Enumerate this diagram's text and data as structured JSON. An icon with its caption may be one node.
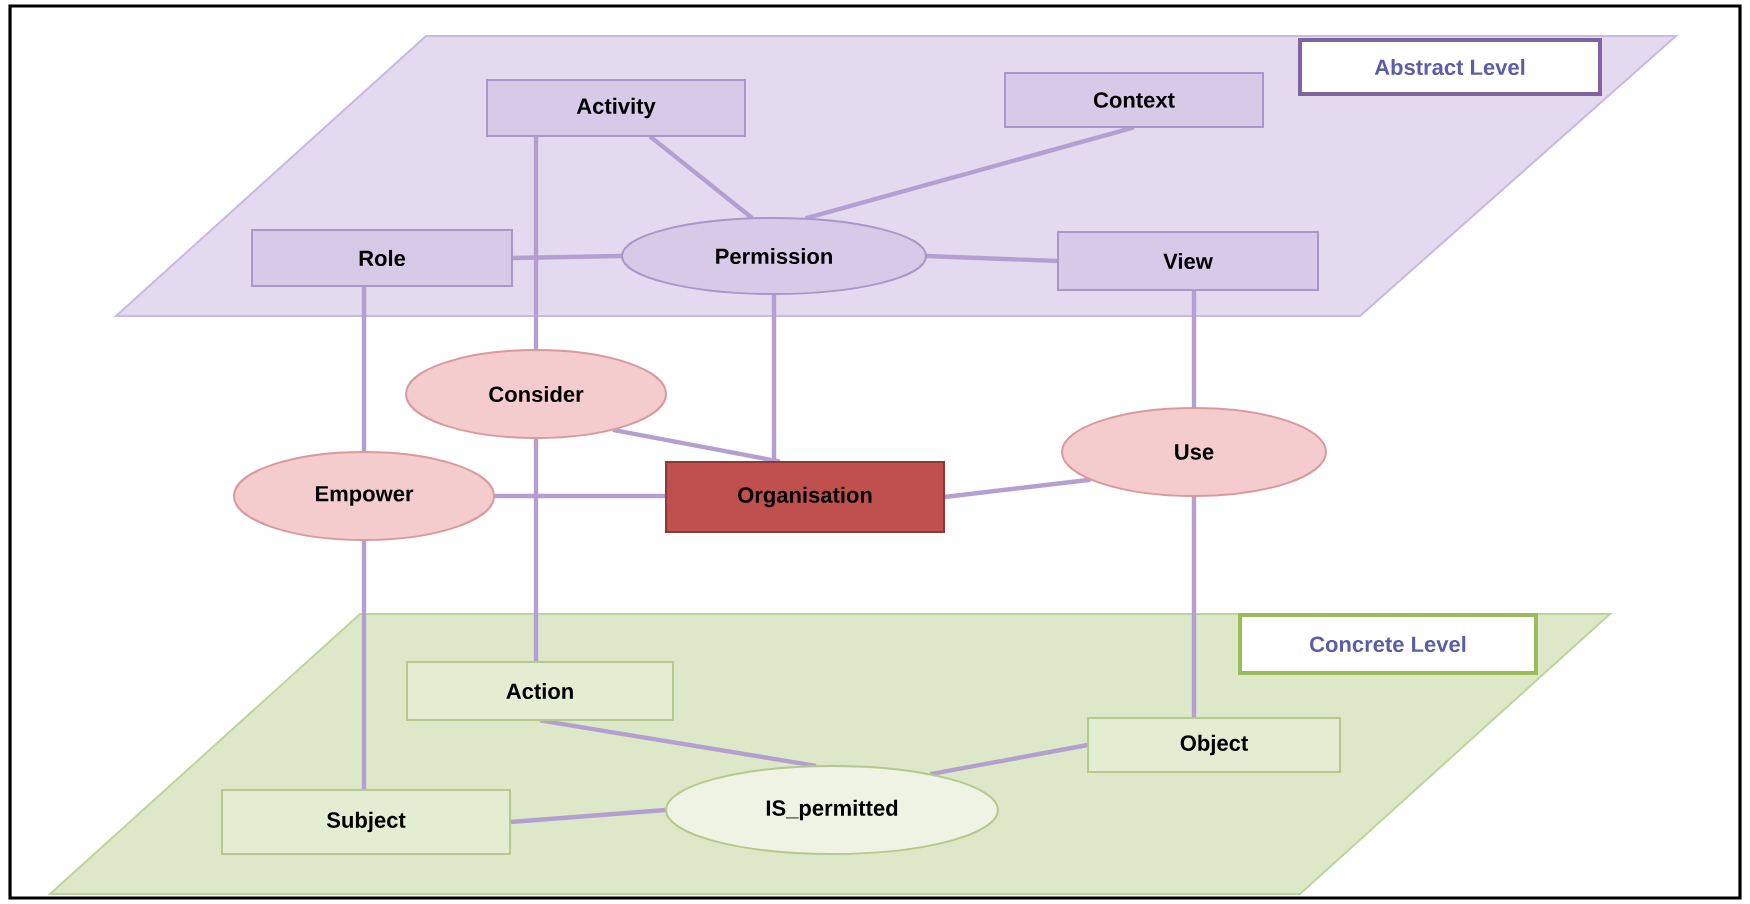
{
  "diagram": {
    "nodes": [
      {
        "text": [
          "Abstract Level"
        ]
      },
      {
        "text": [
          "Activity"
        ],
        "in": 0
      },
      {
        "text": [
          "Context"
        ],
        "in": 0
      },
      {
        "text": [
          "Role"
        ],
        "in": 0
      },
      {
        "text": [
          "Permission"
        ],
        "in": 0
      },
      {
        "text": [
          "View"
        ],
        "in": 0
      },
      {
        "text": [
          "Consider"
        ]
      },
      {
        "text": [
          "Empower"
        ]
      },
      {
        "text": [
          "Organisation"
        ]
      },
      {
        "text": [
          "Use"
        ]
      },
      {
        "text": [
          "Concrete Level"
        ]
      },
      {
        "text": [
          "Action"
        ],
        "in": 10
      },
      {
        "text": [
          "Object"
        ],
        "in": 10
      },
      {
        "text": [
          "Subject"
        ],
        "in": 10
      },
      {
        "text": [
          "IS_permitted"
        ],
        "in": 10
      }
    ],
    "edges": [
      {
        "from": 1,
        "to": 4,
        "arrow": "none"
      },
      {
        "from": 2,
        "to": 4,
        "arrow": "none"
      },
      {
        "from": 3,
        "to": 4,
        "arrow": "none"
      },
      {
        "from": 4,
        "to": 5,
        "arrow": "none"
      },
      {
        "from": 1,
        "to": 6,
        "arrow": "none"
      },
      {
        "from": 3,
        "to": 7,
        "arrow": "none"
      },
      {
        "from": 4,
        "to": 8,
        "arrow": "none"
      },
      {
        "from": 6,
        "to": 8,
        "arrow": "none"
      },
      {
        "from": 5,
        "to": 9,
        "arrow": "none"
      },
      {
        "from": 7,
        "to": 8,
        "arrow": "none"
      },
      {
        "from": 8,
        "to": 9,
        "arrow": "none"
      },
      {
        "from": 6,
        "to": 11,
        "arrow": "none"
      },
      {
        "from": 7,
        "to": 13,
        "arrow": "none"
      },
      {
        "from": 9,
        "to": 12,
        "arrow": "none"
      },
      {
        "from": 11,
        "to": 14,
        "arrow": "none"
      },
      {
        "from": 13,
        "to": 14,
        "arrow": "none"
      },
      {
        "from": 14,
        "to": 12,
        "arrow": "none"
      }
    ]
  }
}
